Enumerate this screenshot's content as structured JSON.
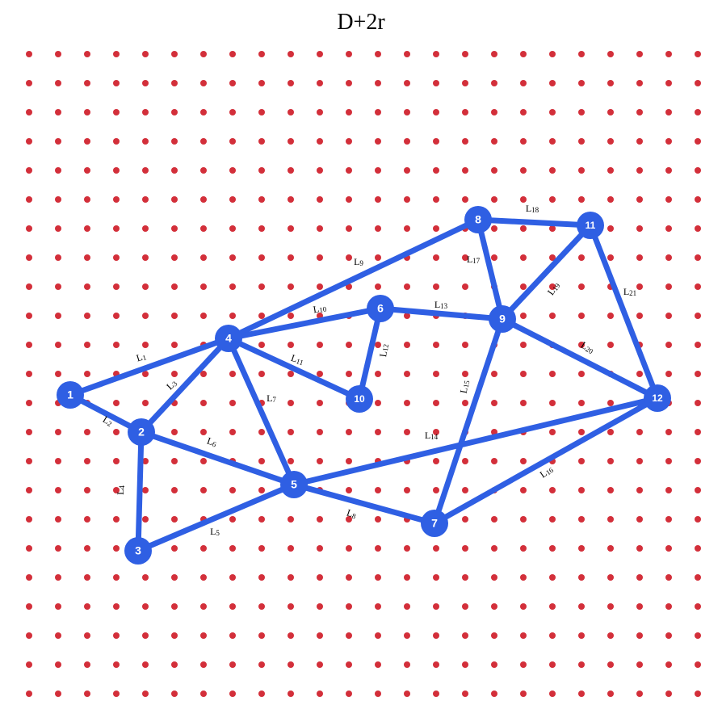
{
  "title": "D+2r",
  "colors": {
    "node": "#2f5fe3",
    "edge": "#2f5fe3",
    "grid_dot": "#d32f3a",
    "background": "#ffffff"
  },
  "nodes": [
    {
      "id": "1",
      "label": "1"
    },
    {
      "id": "2",
      "label": "2"
    },
    {
      "id": "3",
      "label": "3"
    },
    {
      "id": "4",
      "label": "4"
    },
    {
      "id": "5",
      "label": "5"
    },
    {
      "id": "6",
      "label": "6"
    },
    {
      "id": "7",
      "label": "7"
    },
    {
      "id": "8",
      "label": "8"
    },
    {
      "id": "9",
      "label": "9"
    },
    {
      "id": "10",
      "label": "10"
    },
    {
      "id": "11",
      "label": "11"
    },
    {
      "id": "12",
      "label": "12"
    }
  ],
  "edges": [
    {
      "name": "L",
      "sub": "1",
      "from": "1",
      "to": "4"
    },
    {
      "name": "L",
      "sub": "2",
      "from": "1",
      "to": "2"
    },
    {
      "name": "L",
      "sub": "3",
      "from": "2",
      "to": "4"
    },
    {
      "name": "L",
      "sub": "4",
      "from": "2",
      "to": "3"
    },
    {
      "name": "L",
      "sub": "5",
      "from": "3",
      "to": "5"
    },
    {
      "name": "L",
      "sub": "6",
      "from": "2",
      "to": "5"
    },
    {
      "name": "L",
      "sub": "7",
      "from": "4",
      "to": "5"
    },
    {
      "name": "L",
      "sub": "8",
      "from": "5",
      "to": "7"
    },
    {
      "name": "L",
      "sub": "9",
      "from": "4",
      "to": "8"
    },
    {
      "name": "L",
      "sub": "10",
      "from": "4",
      "to": "6"
    },
    {
      "name": "L",
      "sub": "11",
      "from": "4",
      "to": "10"
    },
    {
      "name": "L",
      "sub": "12",
      "from": "6",
      "to": "10"
    },
    {
      "name": "L",
      "sub": "13",
      "from": "6",
      "to": "9"
    },
    {
      "name": "L",
      "sub": "14",
      "from": "5",
      "to": "12"
    },
    {
      "name": "L",
      "sub": "15",
      "from": "9",
      "to": "7"
    },
    {
      "name": "L",
      "sub": "16",
      "from": "7",
      "to": "12"
    },
    {
      "name": "L",
      "sub": "17",
      "from": "8",
      "to": "9"
    },
    {
      "name": "L",
      "sub": "18",
      "from": "8",
      "to": "11"
    },
    {
      "name": "L",
      "sub": "19",
      "from": "9",
      "to": "11"
    },
    {
      "name": "L",
      "sub": "20",
      "from": "9",
      "to": "12"
    },
    {
      "name": "L",
      "sub": "21",
      "from": "11",
      "to": "12"
    }
  ]
}
